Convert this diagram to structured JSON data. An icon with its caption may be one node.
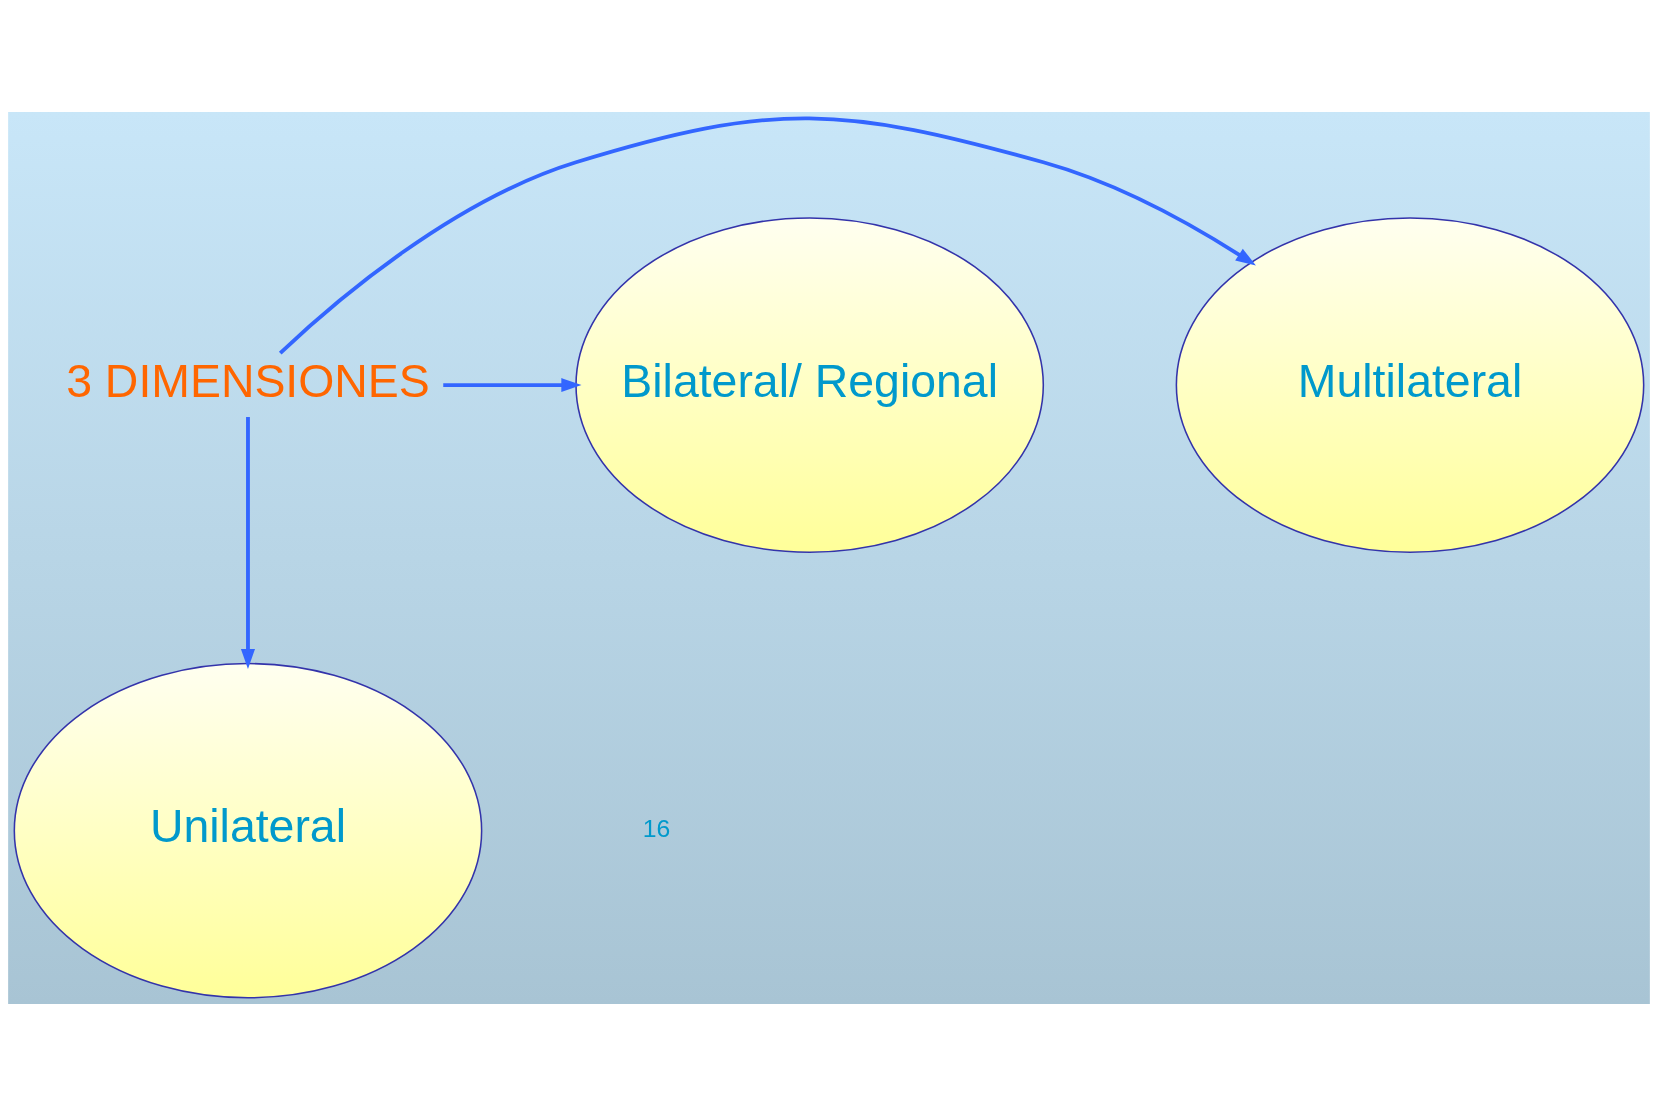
{
  "diagram": {
    "nodes": [
      {
        "text": [
          "Multilateral"
        ]
      },
      {
        "text": [
          "3 DIMENSIONES"
        ]
      },
      {
        "text": [
          "Bilateral/ Regional"
        ]
      },
      {
        "text": [
          "Unilateral"
        ]
      }
    ],
    "edges": [
      {
        "from": 1,
        "to": 0,
        "arrow": "to"
      },
      {
        "from": 1,
        "to": 2,
        "arrow": "to"
      },
      {
        "from": 1,
        "to": 3,
        "arrow": "to"
      }
    ],
    "labels": [
      "16"
    ]
  }
}
